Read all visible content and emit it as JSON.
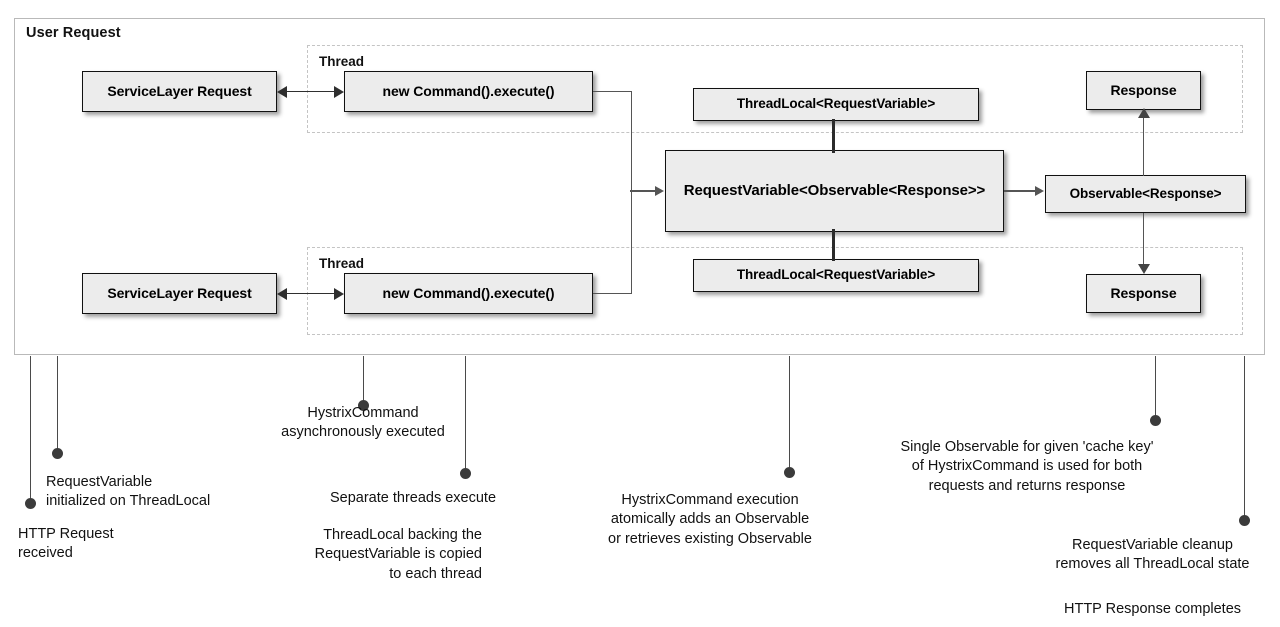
{
  "diagram": {
    "title": "User Request",
    "lanes": [
      {
        "label": "Thread"
      },
      {
        "label": "Thread"
      }
    ],
    "nodes": {
      "service_layer_top": "ServiceLayer Request",
      "command_top": "new Command().execute()",
      "service_layer_bottom": "ServiceLayer Request",
      "command_bottom": "new Command().execute()",
      "threadlocal_top": "ThreadLocal<RequestVariable>",
      "threadlocal_bottom": "ThreadLocal<RequestVariable>",
      "request_variable": "RequestVariable<Observable<Response>>",
      "observable": "Observable<Response>",
      "response_top": "Response",
      "response_bottom": "Response"
    },
    "colors": {
      "node_fill": "#ececec",
      "node_border": "#111111",
      "container_border": "#b9b9b9",
      "lane_border": "#c4c4c4",
      "connector": "#2f2f2f",
      "dot": "#3b3b3b"
    }
  },
  "annotations": [
    {
      "id": "http-request-received",
      "text": "HTTP Request\nreceived"
    },
    {
      "id": "requestvariable-initialized",
      "text": "RequestVariable\ninitialized on ThreadLocal"
    },
    {
      "id": "hystrixcommand-async",
      "text": "HystrixCommand\nasynchronously executed"
    },
    {
      "id": "separate-threads-execute",
      "text": "Separate threads execute"
    },
    {
      "id": "threadlocal-copied",
      "text": "ThreadLocal backing the\nRequestVariable is copied\nto each thread"
    },
    {
      "id": "hystrixcommand-execution",
      "text": "HystrixCommand execution\natomically adds an Observable\nor retrieves existing Observable"
    },
    {
      "id": "single-observable",
      "text": "Single Observable for given 'cache key'\nof HystrixCommand is used for both\nrequests and returns response"
    },
    {
      "id": "requestvariable-cleanup",
      "text": "RequestVariable cleanup\nremoves all ThreadLocal state"
    },
    {
      "id": "http-response-completes",
      "text": "HTTP Response completes"
    }
  ]
}
